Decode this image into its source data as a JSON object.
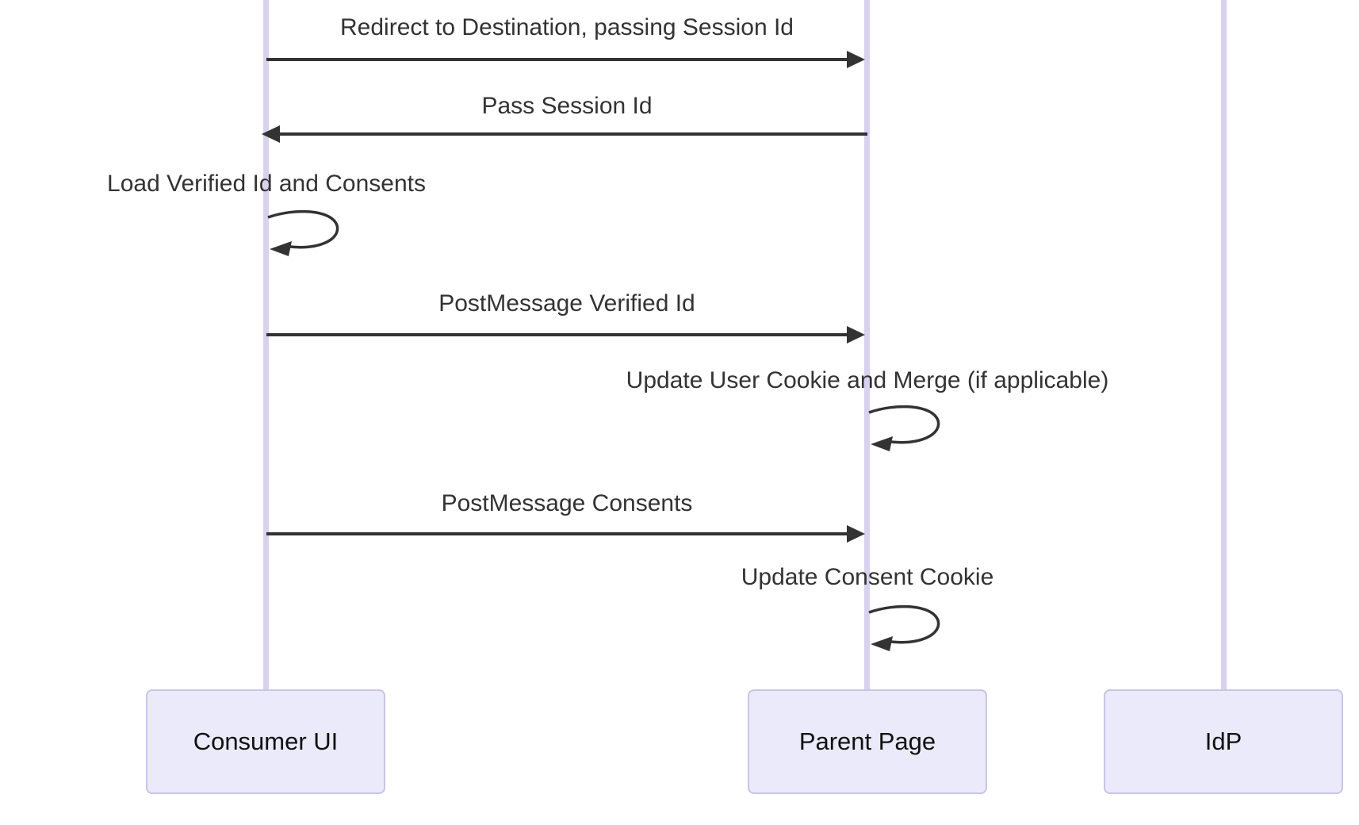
{
  "diagram": {
    "type": "sequence-diagram",
    "background": "#ffffff",
    "colors": {
      "message_text": "#333333",
      "arrow": "#333333",
      "lifeline": "#d8d2ee",
      "actor_fill": "#eaeafa",
      "actor_border": "#cbc3e6",
      "actor_text": "#111111"
    },
    "actors": [
      {
        "id": "consumer-ui",
        "label": "Consumer UI"
      },
      {
        "id": "parent-page",
        "label": "Parent Page"
      },
      {
        "id": "idp",
        "label": "IdP"
      }
    ],
    "messages": [
      {
        "label": "Redirect to Destination, passing Session Id",
        "from": "consumer-ui",
        "to": "parent-page",
        "kind": "arrow-right"
      },
      {
        "label": "Pass Session Id",
        "from": "parent-page",
        "to": "consumer-ui",
        "kind": "arrow-left"
      },
      {
        "label": "Load Verified Id and Consents",
        "from": "consumer-ui",
        "to": "consumer-ui",
        "kind": "self-loop"
      },
      {
        "label": "PostMessage Verified Id",
        "from": "consumer-ui",
        "to": "parent-page",
        "kind": "arrow-right"
      },
      {
        "label": "Update User Cookie and Merge (if applicable)",
        "from": "parent-page",
        "to": "parent-page",
        "kind": "self-loop"
      },
      {
        "label": "PostMessage Consents",
        "from": "consumer-ui",
        "to": "parent-page",
        "kind": "arrow-right"
      },
      {
        "label": "Update Consent Cookie",
        "from": "parent-page",
        "to": "parent-page",
        "kind": "self-loop"
      }
    ]
  }
}
